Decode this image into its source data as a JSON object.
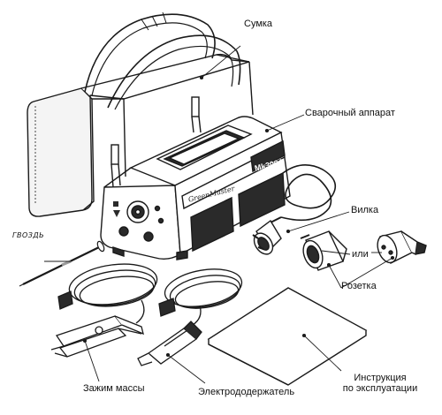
{
  "labels": {
    "bag": "Сумка",
    "welder": "Сварочный аппарат",
    "plug": "Вилка",
    "or": "или",
    "socket": "Розетка",
    "nail": "ГВОЗДЬ",
    "manual_line1": "Инструкция",
    "manual_line2": "по эксплуатации",
    "ground_clamp": "Зажим массы",
    "electrode_holder": "Электрододержатель"
  },
  "device": {
    "brand": "GreenMaster",
    "model": "Mk300A"
  },
  "colors": {
    "line": "#1a1a1a",
    "shade": "#9a9a9a",
    "dark": "#2a2a2a"
  }
}
